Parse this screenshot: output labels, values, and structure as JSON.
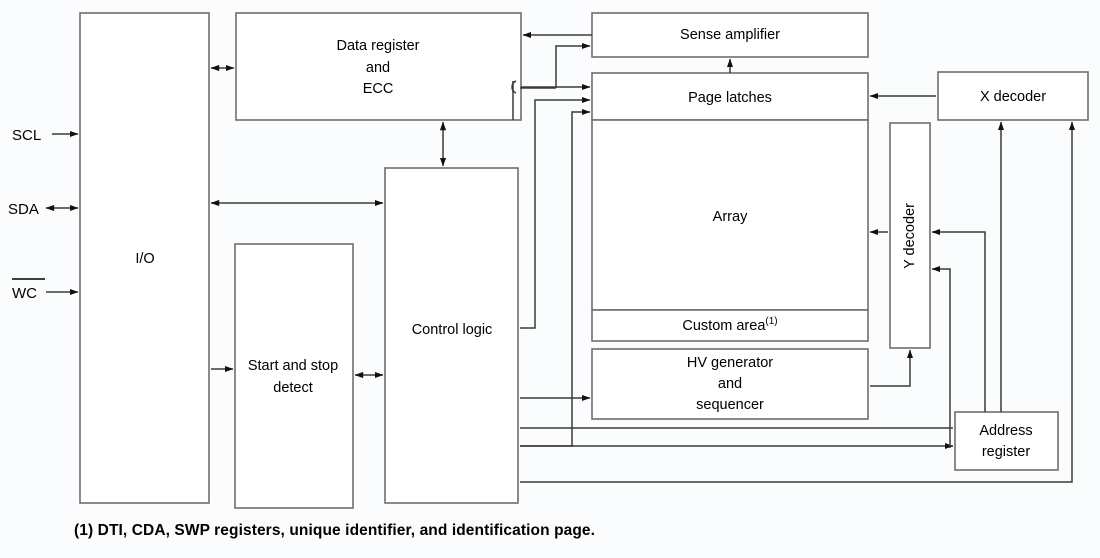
{
  "figure": {
    "type": "block-diagram",
    "title": "",
    "caption": "(1) DTI, CDA, SWP registers, unique identifier, and identification page.",
    "colors": {
      "box_stroke": "#6e6e6e",
      "line": "#3b3b3b",
      "box_fill": "#ffffff",
      "background": "#fbfcfd",
      "text": "#000000"
    }
  },
  "signals": [
    {
      "name": "SCL",
      "label": "SCL",
      "overline": false,
      "direction": "in"
    },
    {
      "name": "SDA",
      "label": "SDA",
      "overline": false,
      "direction": "bidirectional"
    },
    {
      "name": "WC",
      "label": "WC",
      "overline": true,
      "direction": "in"
    }
  ],
  "blocks": {
    "io": {
      "label": "I/O"
    },
    "data_register": {
      "line1": "Data register",
      "line2": "and",
      "line3": "ECC"
    },
    "start_stop": {
      "line1": "Start and stop",
      "line2": "detect"
    },
    "control_logic": {
      "label": "Control logic"
    },
    "sense_amplifier": {
      "label": "Sense amplifier"
    },
    "page_latches": {
      "label": "Page latches"
    },
    "array": {
      "label": "Array"
    },
    "custom_area": {
      "label": "Custom area",
      "footnote": "(1)"
    },
    "hv_generator": {
      "line1": "HV generator",
      "line2": "and",
      "line3": "sequencer"
    },
    "x_decoder": {
      "label": "X decoder"
    },
    "y_decoder": {
      "label": "Y decoder"
    },
    "address_register": {
      "line1": "Address",
      "line2": "register"
    }
  }
}
